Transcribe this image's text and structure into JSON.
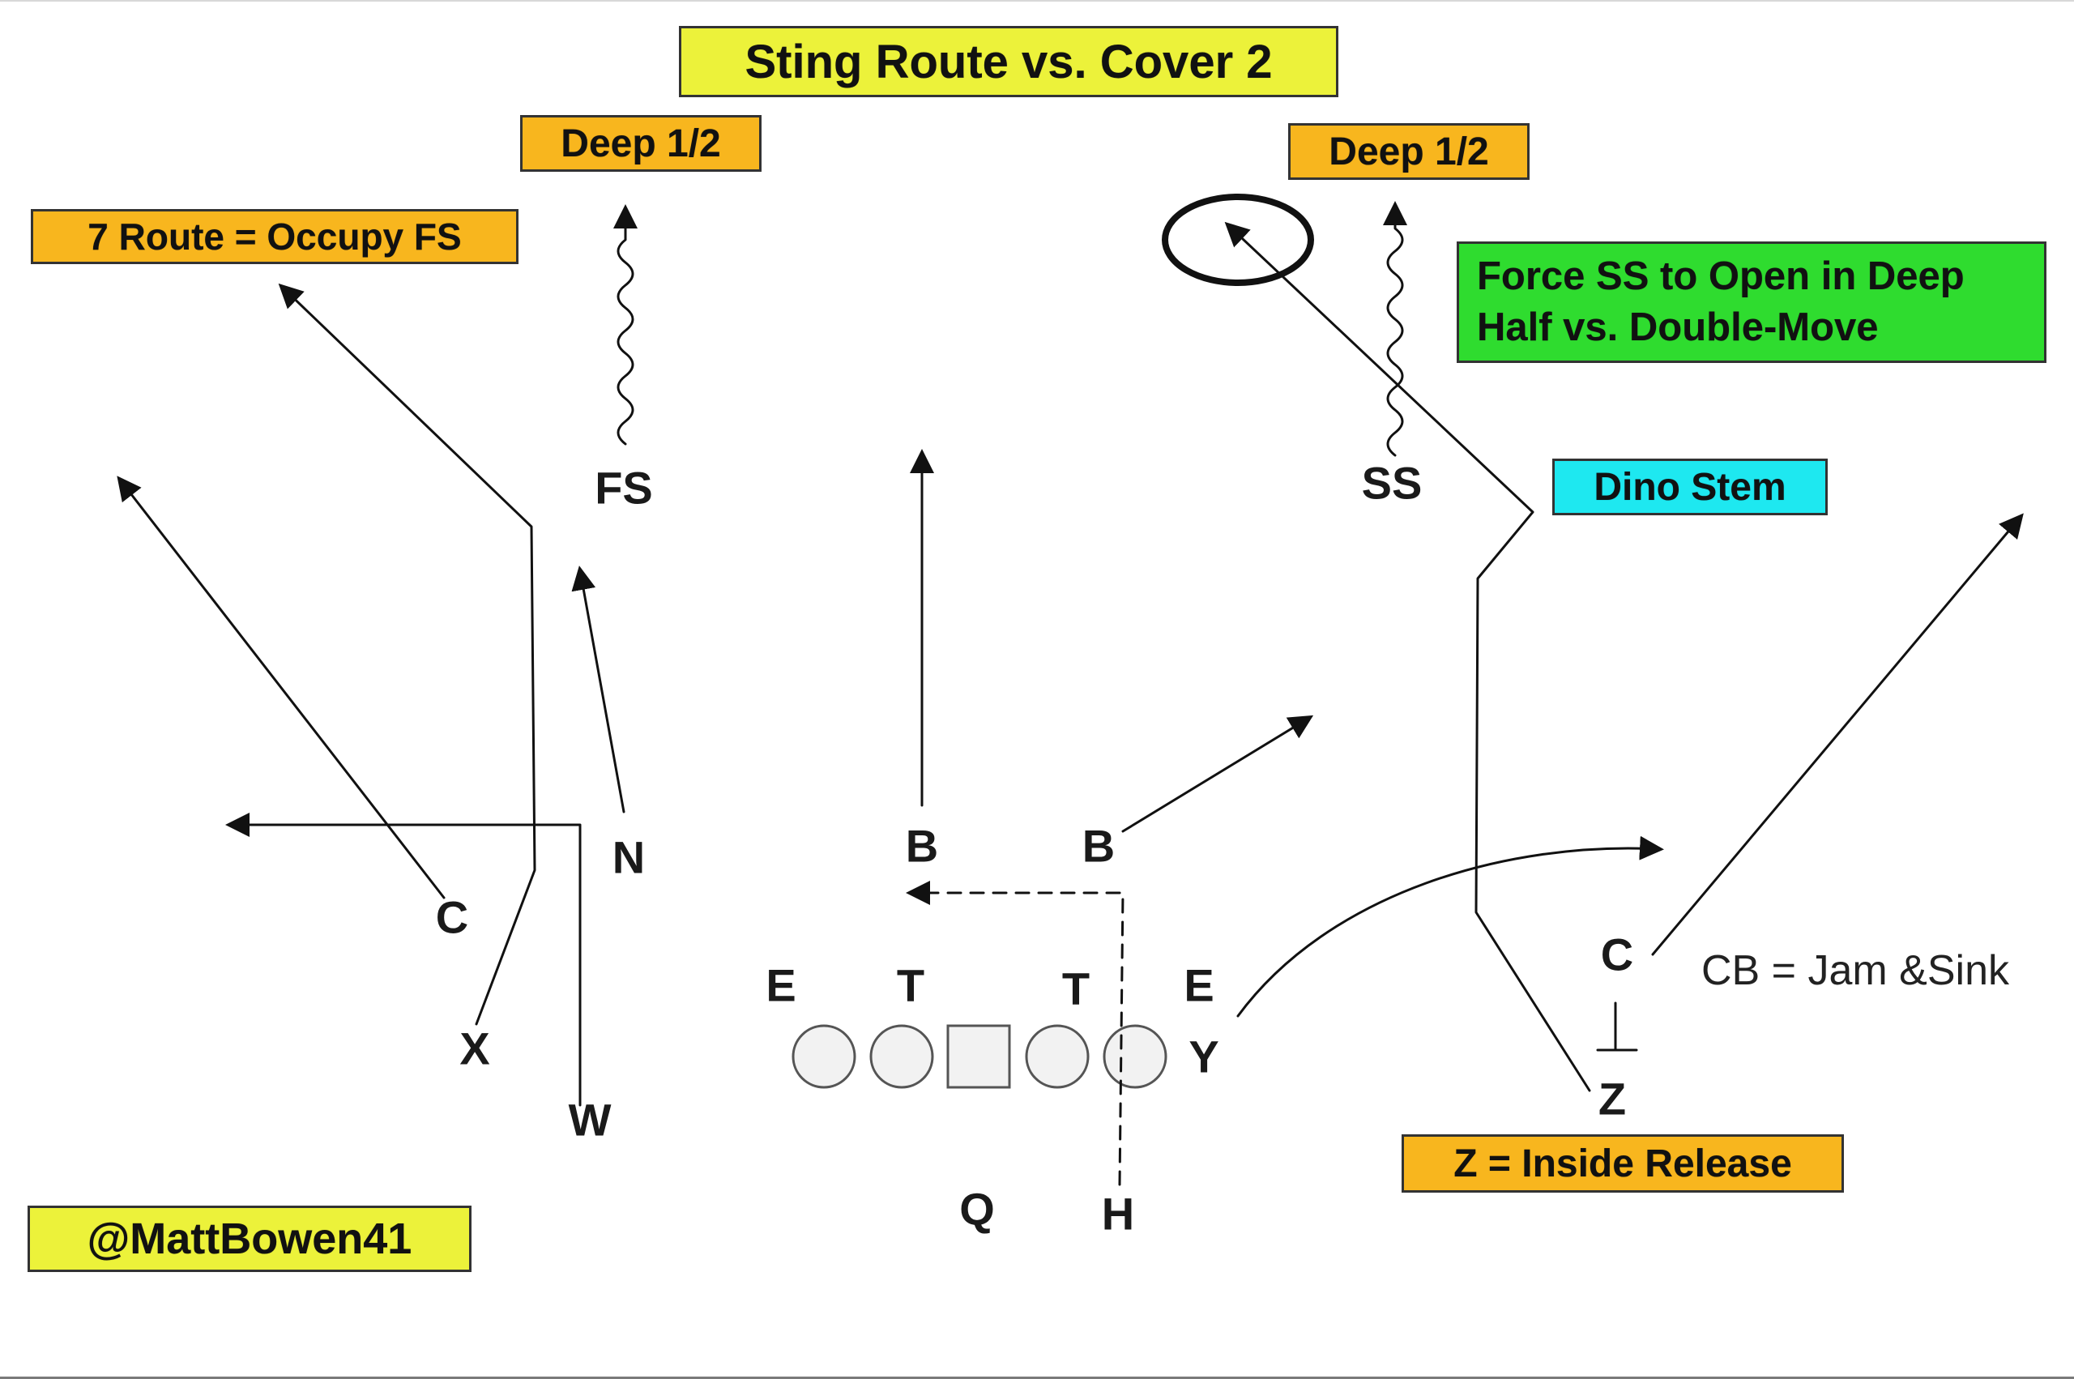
{
  "colors": {
    "yellow": "#ecf23a",
    "orange": "#f8b61e",
    "green": "#2fdc2f",
    "cyan": "#1ee8f0",
    "line": "#111111"
  },
  "title": "Sting Route vs. Cover 2",
  "callouts": {
    "deep_left": "Deep 1/2",
    "deep_right": "Deep 1/2",
    "seven_route": "7 Route = Occupy FS",
    "force_ss_line1": "Force SS to Open in Deep",
    "force_ss_line2": "Half vs. Double-Move",
    "dino_stem": "Dino Stem",
    "z_release": "Z = Inside Release",
    "cb_note": "CB = Jam &Sink",
    "twitter": "@MattBowen41"
  },
  "defense": {
    "fs": "FS",
    "ss": "SS",
    "n": "N",
    "c_left": "C",
    "c_right": "C",
    "b_left": "B",
    "b_right": "B",
    "e_left": "E",
    "t_left": "T",
    "t_right": "T",
    "e_right": "E"
  },
  "offense": {
    "x": "X",
    "w": "W",
    "y": "Y",
    "z": "Z",
    "q": "Q",
    "h": "H"
  }
}
